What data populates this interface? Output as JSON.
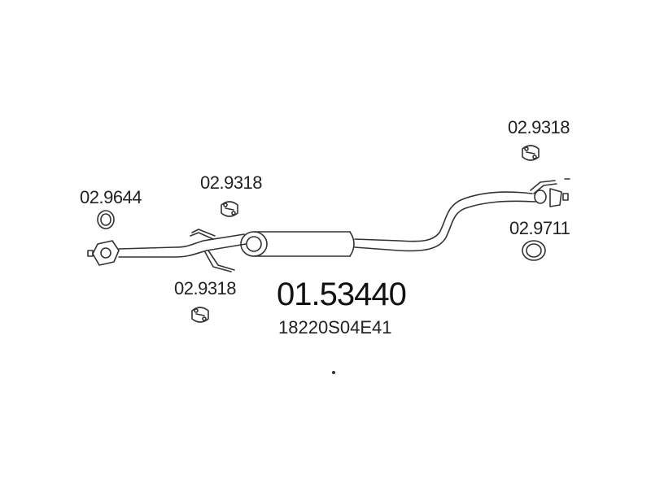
{
  "parts": {
    "gasket_front": "02.9644",
    "mount_top_mid": "02.9318",
    "mount_bottom_left": "02.9318",
    "mount_top_right": "02.9318",
    "gasket_rear": "02.9711"
  },
  "main_part": {
    "number": "01.53440",
    "oem": "18220S04E41"
  },
  "colors": {
    "line": "#333333",
    "text": "#222222"
  }
}
